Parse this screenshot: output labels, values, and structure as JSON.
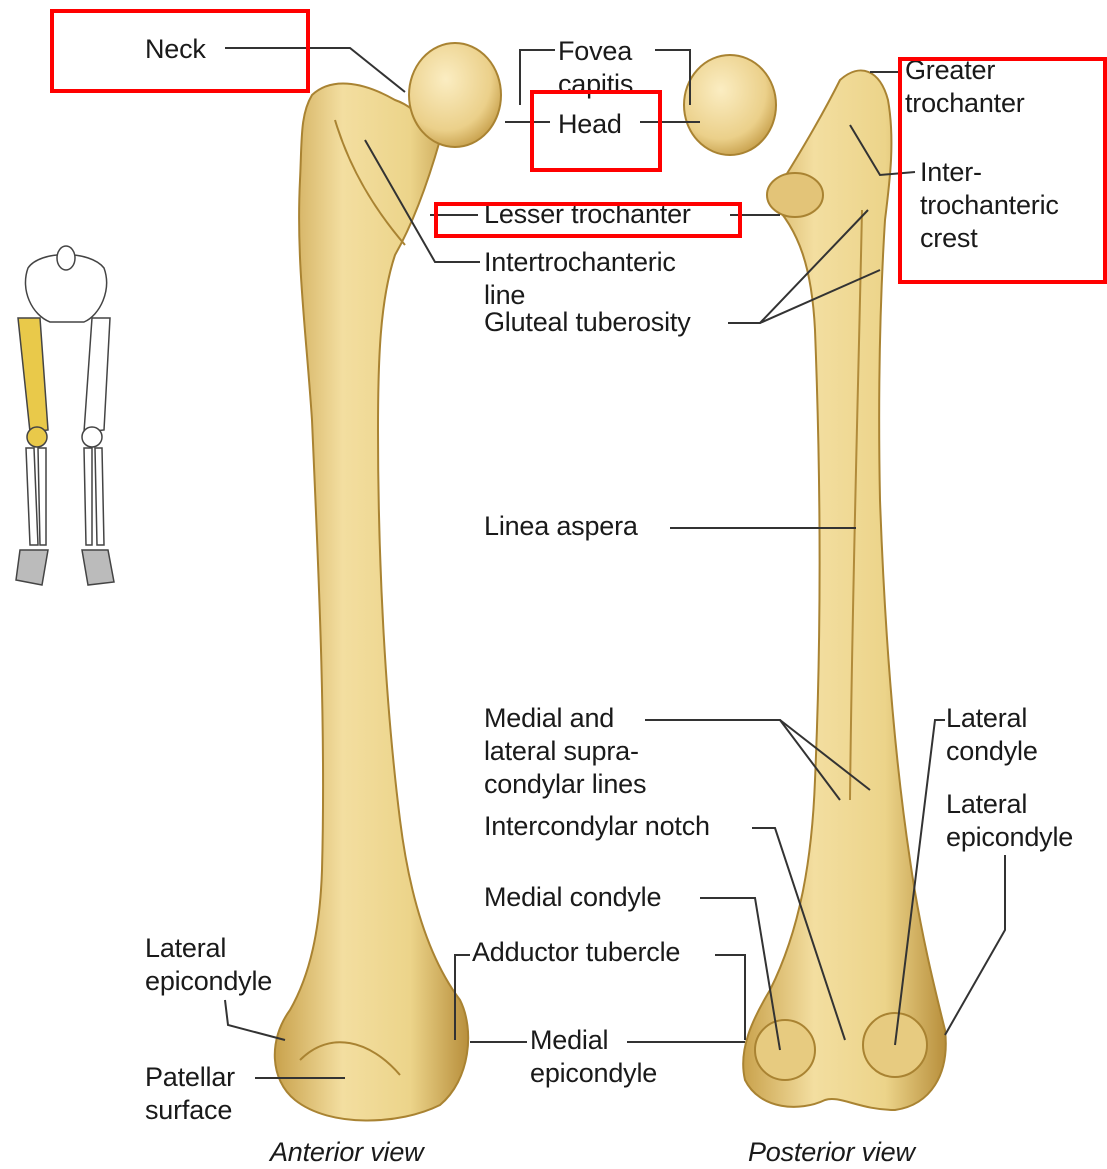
{
  "labels": {
    "neck": "Neck",
    "fovea_capitis": "Fovea\ncapitis",
    "head": "Head",
    "greater_trochanter": "Greater\ntrochanter",
    "intertrochanteric_crest": "Inter-\ntrochanteric\ncrest",
    "lesser_trochanter": "Lesser trochanter",
    "intertrochanteric_line": "Intertrochanteric\nline",
    "gluteal_tuberosity": "Gluteal tuberosity",
    "linea_aspera": "Linea aspera",
    "supracondylar_lines": "Medial and\nlateral supra-\ncondylar lines",
    "intercondylar_notch": "Intercondylar notch",
    "medial_condyle": "Medial condyle",
    "lateral_condyle": "Lateral\ncondyle",
    "lateral_epicondyle_posterior": "Lateral\nepicondyle",
    "lateral_epicondyle_anterior": "Lateral\nepicondyle",
    "adductor_tubercle": "Adductor tubercle",
    "medial_epicondyle": "Medial\nepicondyle",
    "patellar_surface": "Patellar\nsurface"
  },
  "views": {
    "anterior": "Anterior view",
    "posterior": "Posterior view"
  },
  "colors": {
    "bone": "#ecd48a",
    "bone_shadow": "#c9a24c",
    "highlight_box": "#ff0000",
    "leader_line": "#333333"
  }
}
